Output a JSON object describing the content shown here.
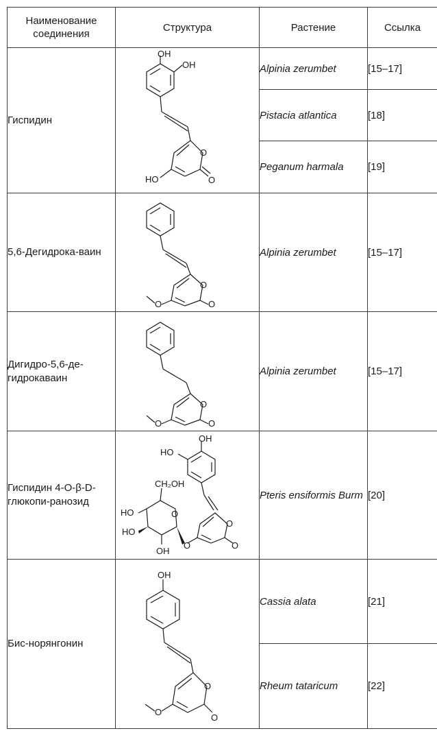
{
  "table": {
    "headers": {
      "name": "Наименование соединения",
      "structure": "Структура",
      "plant": "Растение",
      "ref": "Ссылка"
    },
    "compounds": [
      {
        "name": "Гиспидин",
        "sources": [
          {
            "plant": "Alpinia zerumbet",
            "ref": "[15–17]"
          },
          {
            "plant": "Pistacia atlantica",
            "ref": "[18]"
          },
          {
            "plant": "Peganum harmala",
            "ref": "[19]"
          }
        ]
      },
      {
        "name": "5,6-Дегидрока-ваин",
        "sources": [
          {
            "plant": "Alpinia zerumbet",
            "ref": "[15–17]"
          }
        ]
      },
      {
        "name": "Дигидро-5,6-де-гидрокаваин",
        "sources": [
          {
            "plant": "Alpinia zerumbet",
            "ref": "[15–17]"
          }
        ]
      },
      {
        "name": "Гиспидин 4-O-β-D-глюкопи-ранозид",
        "sources": [
          {
            "plant": "Pteris ensiformis Burm",
            "ref": "[20]"
          }
        ]
      },
      {
        "name": "Бис-норянгонин",
        "sources": [
          {
            "plant": "Cassia alata",
            "ref": "[21]"
          },
          {
            "plant": "Rheum tataricum",
            "ref": "[22]"
          }
        ]
      }
    ]
  },
  "labels": {
    "oh": "OH",
    "ho": "HO",
    "o": "O",
    "ch2oh": "CH₂OH"
  }
}
